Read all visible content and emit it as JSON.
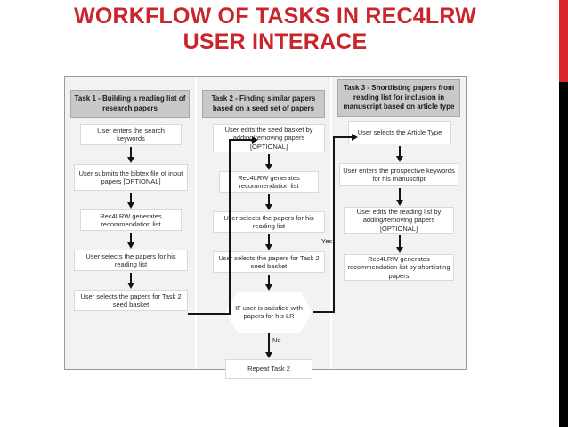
{
  "slide": {
    "title_line1": "WORKFLOW OF TASKS IN REC4LRW",
    "title_line2": "USER INTERACE",
    "title_color": "#C8252C",
    "accent_red": "#D8262C",
    "accent_black": "#000000"
  },
  "diagram": {
    "columns": [
      {
        "header": "Task 1 - Building a reading list of research papers",
        "nodes": [
          {
            "label": "User enters the search keywords"
          },
          {
            "label": "User submits the bibtex file of input papers [OPTIONAL]"
          },
          {
            "label": "Rec4LRW generates recommendation list"
          },
          {
            "label": "User selects the papers for his reading list"
          },
          {
            "label": "User selects the papers for Task 2 seed basket"
          }
        ]
      },
      {
        "header": "Task 2 - Finding similar papers based on a seed set of papers",
        "nodes": [
          {
            "label": "User edits the seed basket by adding/removing papers [OPTIONAL]"
          },
          {
            "label": "Rec4LRW generates recommendation list"
          },
          {
            "label": "User selects the papers for his reading list"
          },
          {
            "label": "User selects the papers for Task 2 seed basket"
          }
        ],
        "decision": {
          "label": "IF user is satisfied with papers for his LR"
        },
        "decision_no_label": "No",
        "decision_yes_label": "Yes",
        "terminal": {
          "label": "Repeat Task 2"
        }
      },
      {
        "header": "Task 3 - Shortlisting papers from reading list for inclusion in manuscript based on article type",
        "nodes": [
          {
            "label": "User selects the Article Type"
          },
          {
            "label": "User enters the prospective keywords for his manuscript"
          },
          {
            "label": "User edits the reading list by adding/removing papers [OPTIONAL]"
          },
          {
            "label": "Rec4LRW generates recommendation list by shortlisting papers"
          }
        ]
      }
    ]
  }
}
